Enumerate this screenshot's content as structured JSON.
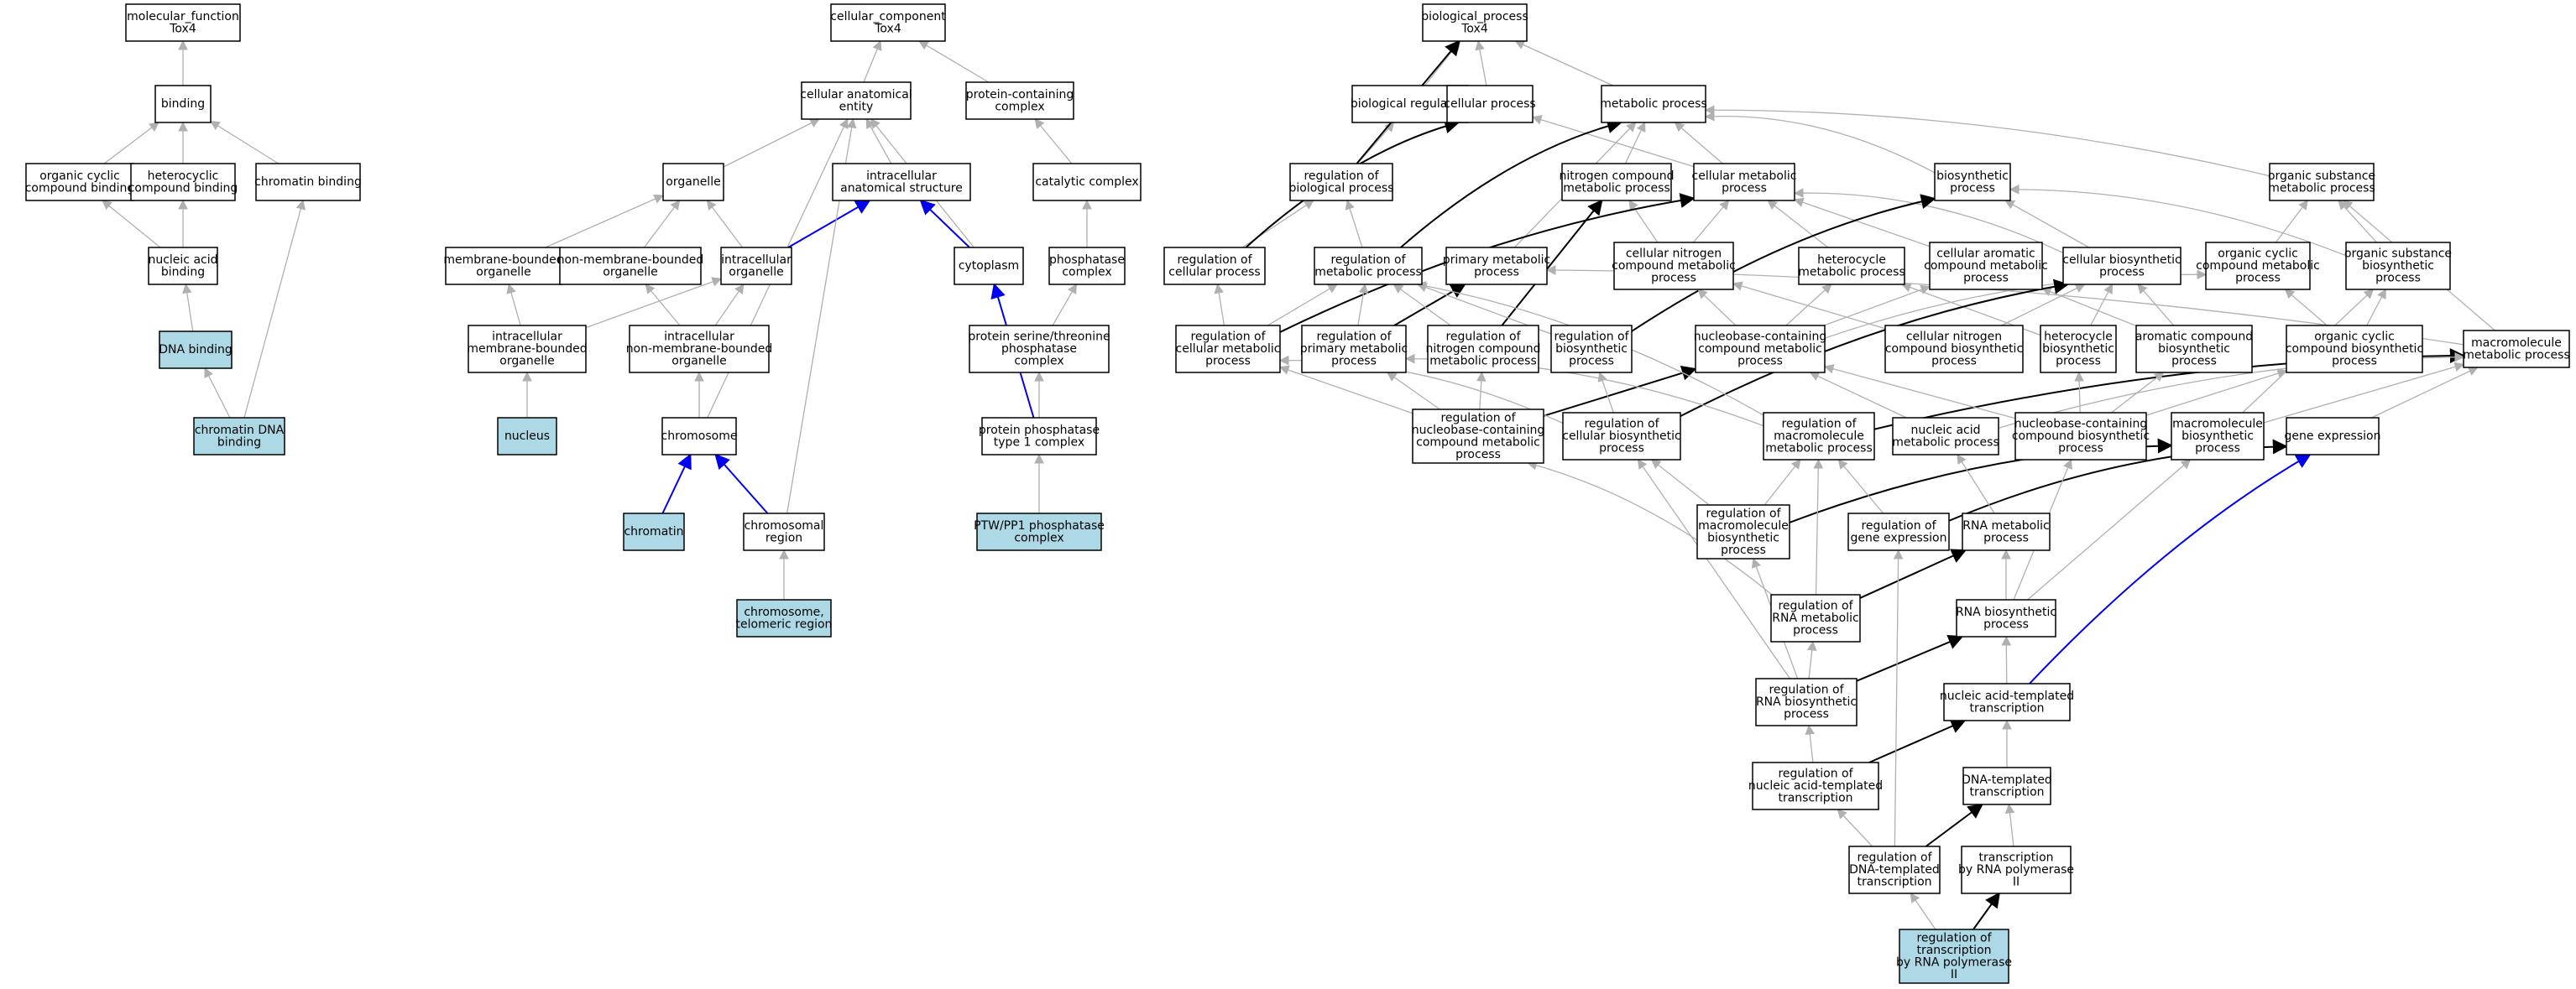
{
  "colors": {
    "highlight": "#add8e6",
    "node_fill": "#ffffff",
    "node_stroke": "#000000",
    "is_a_edge": "#b0b0b0",
    "regulates_edge": "#000000",
    "part_of_edge": "#0000ee"
  },
  "nodes": [
    {
      "id": "mf",
      "lines": [
        "molecular_function",
        "Tox4"
      ],
      "highlighted": false
    },
    {
      "id": "binding",
      "lines": [
        "binding"
      ],
      "highlighted": false
    },
    {
      "id": "ocb",
      "lines": [
        "organic cyclic",
        "compound binding"
      ],
      "highlighted": false
    },
    {
      "id": "hcb",
      "lines": [
        "heterocyclic",
        "compound binding"
      ],
      "highlighted": false
    },
    {
      "id": "chrom_bind",
      "lines": [
        "chromatin binding"
      ],
      "highlighted": false
    },
    {
      "id": "nab",
      "lines": [
        "nucleic acid",
        "binding"
      ],
      "highlighted": false
    },
    {
      "id": "dnab",
      "lines": [
        "DNA binding"
      ],
      "highlighted": true
    },
    {
      "id": "cdnab",
      "lines": [
        "chromatin DNA",
        "binding"
      ],
      "highlighted": true
    },
    {
      "id": "cc",
      "lines": [
        "cellular_component",
        "Tox4"
      ],
      "highlighted": false
    },
    {
      "id": "cae",
      "lines": [
        "cellular anatomical",
        "entity"
      ],
      "highlighted": false
    },
    {
      "id": "pcc",
      "lines": [
        "protein-containing",
        "complex"
      ],
      "highlighted": false
    },
    {
      "id": "organelle",
      "lines": [
        "organelle"
      ],
      "highlighted": false
    },
    {
      "id": "ias",
      "lines": [
        "intracellular",
        "anatomical structure"
      ],
      "highlighted": false
    },
    {
      "id": "catcx",
      "lines": [
        "catalytic complex"
      ],
      "highlighted": false
    },
    {
      "id": "mbo",
      "lines": [
        "membrane-bounded",
        "organelle"
      ],
      "highlighted": false
    },
    {
      "id": "nmbo",
      "lines": [
        "non-membrane-bounded",
        "organelle"
      ],
      "highlighted": false
    },
    {
      "id": "io",
      "lines": [
        "intracellular",
        "organelle"
      ],
      "highlighted": false
    },
    {
      "id": "cyto",
      "lines": [
        "cytoplasm"
      ],
      "highlighted": false
    },
    {
      "id": "phcx",
      "lines": [
        "phosphatase",
        "complex"
      ],
      "highlighted": false
    },
    {
      "id": "imbo",
      "lines": [
        "intracellular",
        "membrane-bounded",
        "organelle"
      ],
      "highlighted": false
    },
    {
      "id": "inmbo",
      "lines": [
        "intracellular",
        "non-membrane-bounded",
        "organelle"
      ],
      "highlighted": false
    },
    {
      "id": "pstp",
      "lines": [
        "protein serine/threonine",
        "phosphatase",
        "complex"
      ],
      "highlighted": false
    },
    {
      "id": "nucleus",
      "lines": [
        "nucleus"
      ],
      "highlighted": true
    },
    {
      "id": "chromosome",
      "lines": [
        "chromosome"
      ],
      "highlighted": false
    },
    {
      "id": "pp1",
      "lines": [
        "protein phosphatase",
        "type 1 complex"
      ],
      "highlighted": false
    },
    {
      "id": "chromatin",
      "lines": [
        "chromatin"
      ],
      "highlighted": true
    },
    {
      "id": "chromreg",
      "lines": [
        "chromosomal",
        "region"
      ],
      "highlighted": false
    },
    {
      "id": "ptw",
      "lines": [
        "PTW/PP1 phosphatase",
        "complex"
      ],
      "highlighted": true
    },
    {
      "id": "telo",
      "lines": [
        "chromosome,",
        "telomeric region"
      ],
      "highlighted": true
    },
    {
      "id": "bp",
      "lines": [
        "biological_process",
        "Tox4"
      ],
      "highlighted": false
    },
    {
      "id": "bioreg",
      "lines": [
        "biological regulation"
      ],
      "highlighted": false
    },
    {
      "id": "cellproc",
      "lines": [
        "cellular process"
      ],
      "highlighted": false
    },
    {
      "id": "metproc",
      "lines": [
        "metabolic process"
      ],
      "highlighted": false
    },
    {
      "id": "rbp",
      "lines": [
        "regulation of",
        "biological process"
      ],
      "highlighted": false
    },
    {
      "id": "ncmp",
      "lines": [
        "nitrogen compound",
        "metabolic process"
      ],
      "highlighted": false
    },
    {
      "id": "cmp",
      "lines": [
        "cellular metabolic",
        "process"
      ],
      "highlighted": false
    },
    {
      "id": "biosyn",
      "lines": [
        "biosynthetic",
        "process"
      ],
      "highlighted": false
    },
    {
      "id": "osmp",
      "lines": [
        "organic substance",
        "metabolic process"
      ],
      "highlighted": false
    },
    {
      "id": "rcp",
      "lines": [
        "regulation of",
        "cellular process"
      ],
      "highlighted": false
    },
    {
      "id": "rmp",
      "lines": [
        "regulation of",
        "metabolic process"
      ],
      "highlighted": false
    },
    {
      "id": "pmp",
      "lines": [
        "primary metabolic",
        "process"
      ],
      "highlighted": false
    },
    {
      "id": "cncmp",
      "lines": [
        "cellular nitrogen",
        "compound metabolic",
        "process"
      ],
      "highlighted": false
    },
    {
      "id": "hetmp",
      "lines": [
        "heterocycle",
        "metabolic process"
      ],
      "highlighted": false
    },
    {
      "id": "caromp",
      "lines": [
        "cellular aromatic",
        "compound metabolic",
        "process"
      ],
      "highlighted": false
    },
    {
      "id": "cbp",
      "lines": [
        "cellular biosynthetic",
        "process"
      ],
      "highlighted": false
    },
    {
      "id": "occmp",
      "lines": [
        "organic cyclic",
        "compound metabolic",
        "process"
      ],
      "highlighted": false
    },
    {
      "id": "osbp",
      "lines": [
        "organic substance",
        "biosynthetic",
        "process"
      ],
      "highlighted": false
    },
    {
      "id": "rcmp",
      "lines": [
        "regulation of",
        "cellular metabolic",
        "process"
      ],
      "highlighted": false
    },
    {
      "id": "rpmp",
      "lines": [
        "regulation of",
        "primary metabolic",
        "process"
      ],
      "highlighted": false
    },
    {
      "id": "rncmp",
      "lines": [
        "regulation of",
        "nitrogen compound",
        "metabolic process"
      ],
      "highlighted": false
    },
    {
      "id": "rbiosyn",
      "lines": [
        "regulation of",
        "biosynthetic",
        "process"
      ],
      "highlighted": false
    },
    {
      "id": "nbcmp",
      "lines": [
        "nucleobase-containing",
        "compound metabolic",
        "process"
      ],
      "highlighted": false
    },
    {
      "id": "cncbp",
      "lines": [
        "cellular nitrogen",
        "compound biosynthetic",
        "process"
      ],
      "highlighted": false
    },
    {
      "id": "hetbp",
      "lines": [
        "heterocycle",
        "biosynthetic",
        "process"
      ],
      "highlighted": false
    },
    {
      "id": "arcbp",
      "lines": [
        "aromatic compound",
        "biosynthetic",
        "process"
      ],
      "highlighted": false
    },
    {
      "id": "occbp",
      "lines": [
        "organic cyclic",
        "compound biosynthetic",
        "process"
      ],
      "highlighted": false
    },
    {
      "id": "macmp",
      "lines": [
        "macromolecule",
        "metabolic process"
      ],
      "highlighted": false
    },
    {
      "id": "rnbcmp",
      "lines": [
        "regulation of",
        "nucleobase-containing",
        "compound metabolic",
        "process"
      ],
      "highlighted": false
    },
    {
      "id": "rcbp",
      "lines": [
        "regulation of",
        "cellular biosynthetic",
        "process"
      ],
      "highlighted": false
    },
    {
      "id": "rmacmp",
      "lines": [
        "regulation of",
        "macromolecule",
        "metabolic process"
      ],
      "highlighted": false
    },
    {
      "id": "namp",
      "lines": [
        "nucleic acid",
        "metabolic process"
      ],
      "highlighted": false
    },
    {
      "id": "nbcbp",
      "lines": [
        "nucleobase-containing",
        "compound biosynthetic",
        "process"
      ],
      "highlighted": false
    },
    {
      "id": "macbp",
      "lines": [
        "macromolecule",
        "biosynthetic",
        "process"
      ],
      "highlighted": false
    },
    {
      "id": "geneexp",
      "lines": [
        "gene expression"
      ],
      "highlighted": false
    },
    {
      "id": "rmacbp",
      "lines": [
        "regulation of",
        "macromolecule",
        "biosynthetic",
        "process"
      ],
      "highlighted": false
    },
    {
      "id": "rgeneexp",
      "lines": [
        "regulation of",
        "gene expression"
      ],
      "highlighted": false
    },
    {
      "id": "rnamp",
      "lines": [
        "RNA metabolic",
        "process"
      ],
      "highlighted": false
    },
    {
      "id": "rrnamp",
      "lines": [
        "regulation of",
        "RNA metabolic",
        "process"
      ],
      "highlighted": false
    },
    {
      "id": "rnabp",
      "lines": [
        "RNA biosynthetic",
        "process"
      ],
      "highlighted": false
    },
    {
      "id": "rrnabp",
      "lines": [
        "regulation of",
        "RNA biosynthetic",
        "process"
      ],
      "highlighted": false
    },
    {
      "id": "natt",
      "lines": [
        "nucleic acid-templated",
        "transcription"
      ],
      "highlighted": false
    },
    {
      "id": "rnatt",
      "lines": [
        "regulation of",
        "nucleic acid-templated",
        "transcription"
      ],
      "highlighted": false
    },
    {
      "id": "dtt",
      "lines": [
        "DNA-templated",
        "transcription"
      ],
      "highlighted": false
    },
    {
      "id": "rdtt",
      "lines": [
        "regulation of",
        "DNA-templated",
        "transcription"
      ],
      "highlighted": false
    },
    {
      "id": "trp2",
      "lines": [
        "transcription",
        "by RNA polymerase",
        "II"
      ],
      "highlighted": false
    },
    {
      "id": "rtrp2",
      "lines": [
        "regulation of",
        "transcription",
        "by RNA polymerase",
        "II"
      ],
      "highlighted": true
    }
  ],
  "edges": [
    [
      "binding",
      "mf",
      "is_a"
    ],
    [
      "ocb",
      "binding",
      "is_a"
    ],
    [
      "hcb",
      "binding",
      "is_a"
    ],
    [
      "chrom_bind",
      "binding",
      "is_a"
    ],
    [
      "nab",
      "ocb",
      "is_a"
    ],
    [
      "nab",
      "hcb",
      "is_a"
    ],
    [
      "dnab",
      "nab",
      "is_a"
    ],
    [
      "cdnab",
      "dnab",
      "is_a"
    ],
    [
      "cdnab",
      "chrom_bind",
      "is_a"
    ],
    [
      "cae",
      "cc",
      "is_a"
    ],
    [
      "pcc",
      "cc",
      "is_a"
    ],
    [
      "organelle",
      "cae",
      "is_a"
    ],
    [
      "ias",
      "cae",
      "is_a"
    ],
    [
      "catcx",
      "pcc",
      "is_a"
    ],
    [
      "mbo",
      "organelle",
      "is_a"
    ],
    [
      "nmbo",
      "organelle",
      "is_a"
    ],
    [
      "io",
      "organelle",
      "is_a"
    ],
    [
      "io",
      "ias",
      "part_of"
    ],
    [
      "cyto",
      "cae",
      "is_a"
    ],
    [
      "cyto",
      "ias",
      "part_of"
    ],
    [
      "phcx",
      "catcx",
      "is_a"
    ],
    [
      "imbo",
      "mbo",
      "is_a"
    ],
    [
      "imbo",
      "io",
      "is_a"
    ],
    [
      "inmbo",
      "nmbo",
      "is_a"
    ],
    [
      "inmbo",
      "io",
      "is_a"
    ],
    [
      "pstp",
      "phcx",
      "is_a"
    ],
    [
      "nucleus",
      "imbo",
      "is_a"
    ],
    [
      "chromosome",
      "inmbo",
      "is_a"
    ],
    [
      "pp1",
      "pstp",
      "is_a"
    ],
    [
      "pp1",
      "cyto",
      "part_of"
    ],
    [
      "chromatin",
      "cae",
      "is_a"
    ],
    [
      "chromatin",
      "chromosome",
      "part_of"
    ],
    [
      "chromreg",
      "cae",
      "is_a"
    ],
    [
      "chromreg",
      "chromosome",
      "part_of"
    ],
    [
      "ptw",
      "pp1",
      "is_a"
    ],
    [
      "telo",
      "chromreg",
      "is_a"
    ],
    [
      "bioreg",
      "bp",
      "is_a"
    ],
    [
      "cellproc",
      "bp",
      "is_a"
    ],
    [
      "metproc",
      "bp",
      "is_a"
    ],
    [
      "rbp",
      "bioreg",
      "is_a"
    ],
    [
      "rbp",
      "bp",
      "regulates"
    ],
    [
      "ncmp",
      "metproc",
      "is_a"
    ],
    [
      "cmp",
      "metproc",
      "is_a"
    ],
    [
      "cmp",
      "cellproc",
      "is_a"
    ],
    [
      "biosyn",
      "metproc",
      "is_a"
    ],
    [
      "osmp",
      "metproc",
      "is_a"
    ],
    [
      "rcp",
      "rbp",
      "is_a"
    ],
    [
      "rcp",
      "cellproc",
      "regulates"
    ],
    [
      "rmp",
      "rbp",
      "is_a"
    ],
    [
      "rmp",
      "metproc",
      "regulates"
    ],
    [
      "pmp",
      "metproc",
      "is_a"
    ],
    [
      "cncmp",
      "ncmp",
      "is_a"
    ],
    [
      "cncmp",
      "cmp",
      "is_a"
    ],
    [
      "hetmp",
      "cmp",
      "is_a"
    ],
    [
      "caromp",
      "cmp",
      "is_a"
    ],
    [
      "cbp",
      "cmp",
      "is_a"
    ],
    [
      "cbp",
      "biosyn",
      "is_a"
    ],
    [
      "occmp",
      "osmp",
      "is_a"
    ],
    [
      "osbp",
      "osmp",
      "is_a"
    ],
    [
      "osbp",
      "biosyn",
      "is_a"
    ],
    [
      "rcmp",
      "rcp",
      "is_a"
    ],
    [
      "rcmp",
      "rmp",
      "is_a"
    ],
    [
      "rcmp",
      "cmp",
      "regulates"
    ],
    [
      "rpmp",
      "rmp",
      "is_a"
    ],
    [
      "rpmp",
      "pmp",
      "regulates"
    ],
    [
      "rncmp",
      "rmp",
      "is_a"
    ],
    [
      "rncmp",
      "ncmp",
      "regulates"
    ],
    [
      "rbiosyn",
      "rmp",
      "is_a"
    ],
    [
      "rbiosyn",
      "biosyn",
      "regulates"
    ],
    [
      "nbcmp",
      "cncmp",
      "is_a"
    ],
    [
      "nbcmp",
      "hetmp",
      "is_a"
    ],
    [
      "nbcmp",
      "caromp",
      "is_a"
    ],
    [
      "nbcmp",
      "occmp",
      "is_a"
    ],
    [
      "cncbp",
      "cncmp",
      "is_a"
    ],
    [
      "cncbp",
      "cbp",
      "is_a"
    ],
    [
      "hetbp",
      "hetmp",
      "is_a"
    ],
    [
      "hetbp",
      "cbp",
      "is_a"
    ],
    [
      "arcbp",
      "caromp",
      "is_a"
    ],
    [
      "arcbp",
      "cbp",
      "is_a"
    ],
    [
      "occbp",
      "occmp",
      "is_a"
    ],
    [
      "occbp",
      "osbp",
      "is_a"
    ],
    [
      "macmp",
      "osmp",
      "is_a"
    ],
    [
      "macmp",
      "pmp",
      "is_a"
    ],
    [
      "rnbcmp",
      "rcmp",
      "is_a"
    ],
    [
      "rnbcmp",
      "rpmp",
      "is_a"
    ],
    [
      "rnbcmp",
      "rncmp",
      "is_a"
    ],
    [
      "rnbcmp",
      "nbcmp",
      "regulates"
    ],
    [
      "rcbp",
      "rbiosyn",
      "is_a"
    ],
    [
      "rcbp",
      "rcmp",
      "is_a"
    ],
    [
      "rcbp",
      "cbp",
      "regulates"
    ],
    [
      "rmacmp",
      "rpmp",
      "is_a"
    ],
    [
      "rmacmp",
      "rmp",
      "is_a"
    ],
    [
      "rmacmp",
      "macmp",
      "regulates"
    ],
    [
      "namp",
      "nbcmp",
      "is_a"
    ],
    [
      "namp",
      "macmp",
      "is_a"
    ],
    [
      "nbcbp",
      "nbcmp",
      "is_a"
    ],
    [
      "nbcbp",
      "hetbp",
      "is_a"
    ],
    [
      "nbcbp",
      "arcbp",
      "is_a"
    ],
    [
      "nbcbp",
      "occbp",
      "is_a"
    ],
    [
      "macbp",
      "macmp",
      "is_a"
    ],
    [
      "macbp",
      "osbp",
      "is_a"
    ],
    [
      "geneexp",
      "macmp",
      "is_a"
    ],
    [
      "rmacbp",
      "rmacmp",
      "is_a"
    ],
    [
      "rmacbp",
      "rcbp",
      "is_a"
    ],
    [
      "rmacbp",
      "macbp",
      "regulates"
    ],
    [
      "rgeneexp",
      "rmacmp",
      "is_a"
    ],
    [
      "rgeneexp",
      "geneexp",
      "regulates"
    ],
    [
      "rnamp",
      "namp",
      "is_a"
    ],
    [
      "rrnamp",
      "rnbcmp",
      "is_a"
    ],
    [
      "rrnamp",
      "rmacmp",
      "is_a"
    ],
    [
      "rrnamp",
      "rnamp",
      "regulates"
    ],
    [
      "rnabp",
      "rnamp",
      "is_a"
    ],
    [
      "rnabp",
      "nbcbp",
      "is_a"
    ],
    [
      "rnabp",
      "macbp",
      "is_a"
    ],
    [
      "rrnabp",
      "rrnamp",
      "is_a"
    ],
    [
      "rrnabp",
      "rmacbp",
      "is_a"
    ],
    [
      "rrnabp",
      "rcbp",
      "is_a"
    ],
    [
      "rrnabp",
      "rnabp",
      "regulates"
    ],
    [
      "natt",
      "rnabp",
      "is_a"
    ],
    [
      "natt",
      "geneexp",
      "part_of"
    ],
    [
      "rnatt",
      "rrnabp",
      "is_a"
    ],
    [
      "rnatt",
      "natt",
      "regulates"
    ],
    [
      "dtt",
      "natt",
      "is_a"
    ],
    [
      "rdtt",
      "rnatt",
      "is_a"
    ],
    [
      "rdtt",
      "rgeneexp",
      "is_a"
    ],
    [
      "rdtt",
      "dtt",
      "regulates"
    ],
    [
      "trp2",
      "dtt",
      "is_a"
    ],
    [
      "rtrp2",
      "rdtt",
      "is_a"
    ],
    [
      "rtrp2",
      "trp2",
      "regulates"
    ]
  ]
}
